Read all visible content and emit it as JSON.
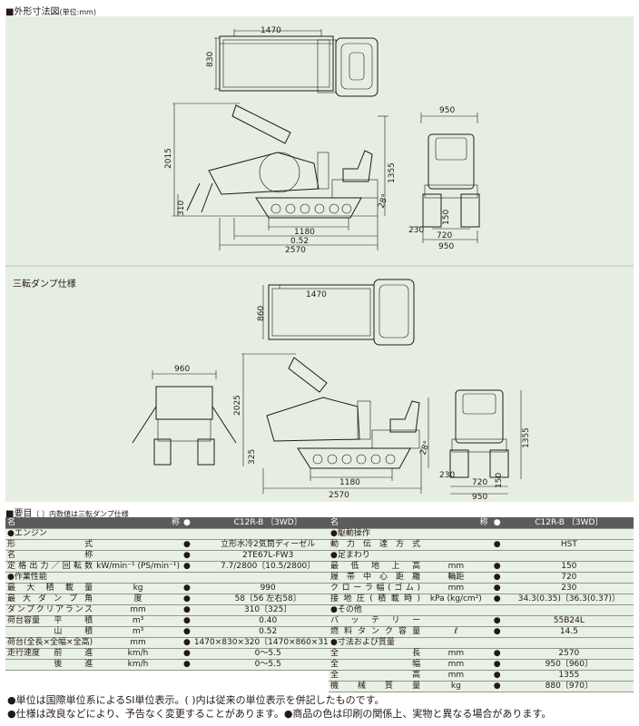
{
  "section1": {
    "title": "■外形寸法図",
    "unit": "(単位:mm)"
  },
  "diagram": {
    "variant_label": "三転ダンプ仕様",
    "top": {
      "bed_len": "1470",
      "bed_w": "830",
      "h_total": "2015",
      "h_front": "1355",
      "h_bottom": "310",
      "ang": "28°",
      "len_track": "1180",
      "len_total": "2570",
      "front_width": "950",
      "gauge": "720",
      "track_w": "230",
      "ground": "150",
      "len_bed2": "0.52"
    },
    "bottom": {
      "bed_len": "1470",
      "bed_w": "860",
      "rear_w": "960",
      "h_total": "2025",
      "h_front": "1355",
      "h_bottom": "325",
      "ang": "28°",
      "len_track": "1180",
      "len_total": "2570",
      "gauge": "720",
      "track_w": "230",
      "ground": "150",
      "width": "950"
    }
  },
  "section2": {
    "title": "■要目",
    "note": "〔 〕内数値は三転ダンプ仕様"
  },
  "left_table": {
    "header": {
      "name": "名　　　　　　称",
      "model": "C12R-B 〔3WD〕"
    },
    "rows": [
      {
        "type": "grp",
        "label": "●エンジン"
      },
      {
        "type": "row",
        "name": "形　　　　　式",
        "unit": "",
        "val": "立形水冷2気筒ディーゼル"
      },
      {
        "type": "row",
        "name": "名　　　　　称",
        "unit": "",
        "val": "2TE67L-FW3"
      },
      {
        "type": "row2",
        "name": "定 格 出 力 ／ 回 転 数",
        "unit": "kW/min⁻¹ (PS/min⁻¹)",
        "val": "7.7/2800〔10.5/2800〕"
      },
      {
        "type": "grp",
        "label": "●作業性能"
      },
      {
        "type": "row",
        "name": "最 大 積 載 量",
        "unit": "kg",
        "val": "990"
      },
      {
        "type": "row",
        "name": "最 大 ダ ン プ 角",
        "unit": "度",
        "val": "58〔56 左右58〕"
      },
      {
        "type": "row",
        "name": "ダンプクリアランス",
        "unit": "mm",
        "val": "310〔325〕"
      },
      {
        "type": "sub",
        "name": "荷台容量",
        "sub": "平　　積",
        "unit": "m³",
        "val": "0.40"
      },
      {
        "type": "sub",
        "name": "",
        "sub": "山　　積",
        "unit": "m³",
        "val": "0.52"
      },
      {
        "type": "row",
        "name": "荷台(全長×全幅×全高)",
        "unit": "mm",
        "val": "1470×830×320〔1470×860×315〕"
      },
      {
        "type": "sub",
        "name": "走行速度",
        "sub": "前　　進",
        "unit": "km/h",
        "val": "0〜5.5"
      },
      {
        "type": "sub",
        "name": "",
        "sub": "後　　進",
        "unit": "km/h",
        "val": "0〜5.5"
      }
    ]
  },
  "right_table": {
    "header": {
      "name": "名　　　　　　称",
      "model": "C12R-B 〔3WD〕"
    },
    "rows": [
      {
        "type": "grp",
        "label": "●駆動操作"
      },
      {
        "type": "row",
        "name": "動 力 伝 達 方 式",
        "unit": "",
        "val": "HST"
      },
      {
        "type": "grp",
        "label": "●足まわり"
      },
      {
        "type": "row",
        "name": "最 低 地 上 高",
        "unit": "mm",
        "val": "150"
      },
      {
        "type": "row",
        "name": "履 帯 中 心 距 離",
        "unit": "輪距",
        "val": "720"
      },
      {
        "type": "row",
        "name": "クローラ幅(ゴム)",
        "unit": "mm",
        "val": "230"
      },
      {
        "type": "row",
        "name": "接地圧(積載時)",
        "unit": "kPa (kg/cm²)",
        "val": "34.3(0.35)〔36.3(0.37)〕"
      },
      {
        "type": "grp",
        "label": "●その他"
      },
      {
        "type": "row",
        "name": "バ ッ テ リ ー",
        "unit": "",
        "val": "55B24L"
      },
      {
        "type": "row",
        "name": "燃 料 タ ン ク 容 量",
        "unit": "ℓ",
        "val": "14.5"
      },
      {
        "type": "grp",
        "label": "●寸法および質量"
      },
      {
        "type": "row",
        "name": "全　　　　　長",
        "unit": "mm",
        "val": "2570"
      },
      {
        "type": "row",
        "name": "全　　　　　幅",
        "unit": "mm",
        "val": "950〔960〕"
      },
      {
        "type": "row",
        "name": "全　　　　　高",
        "unit": "mm",
        "val": "1355"
      },
      {
        "type": "row",
        "name": "機　械　質　量",
        "unit": "kg",
        "val": "880〔970〕"
      }
    ]
  },
  "notes": [
    "●単位は国際単位系によるSI単位表示。( )内は従来の単位表示を併記したものです。",
    "●仕様は改良などにより、予告なく変更することがあります。●商品の色は印刷の関係上、実物と異なる場合があります。"
  ]
}
